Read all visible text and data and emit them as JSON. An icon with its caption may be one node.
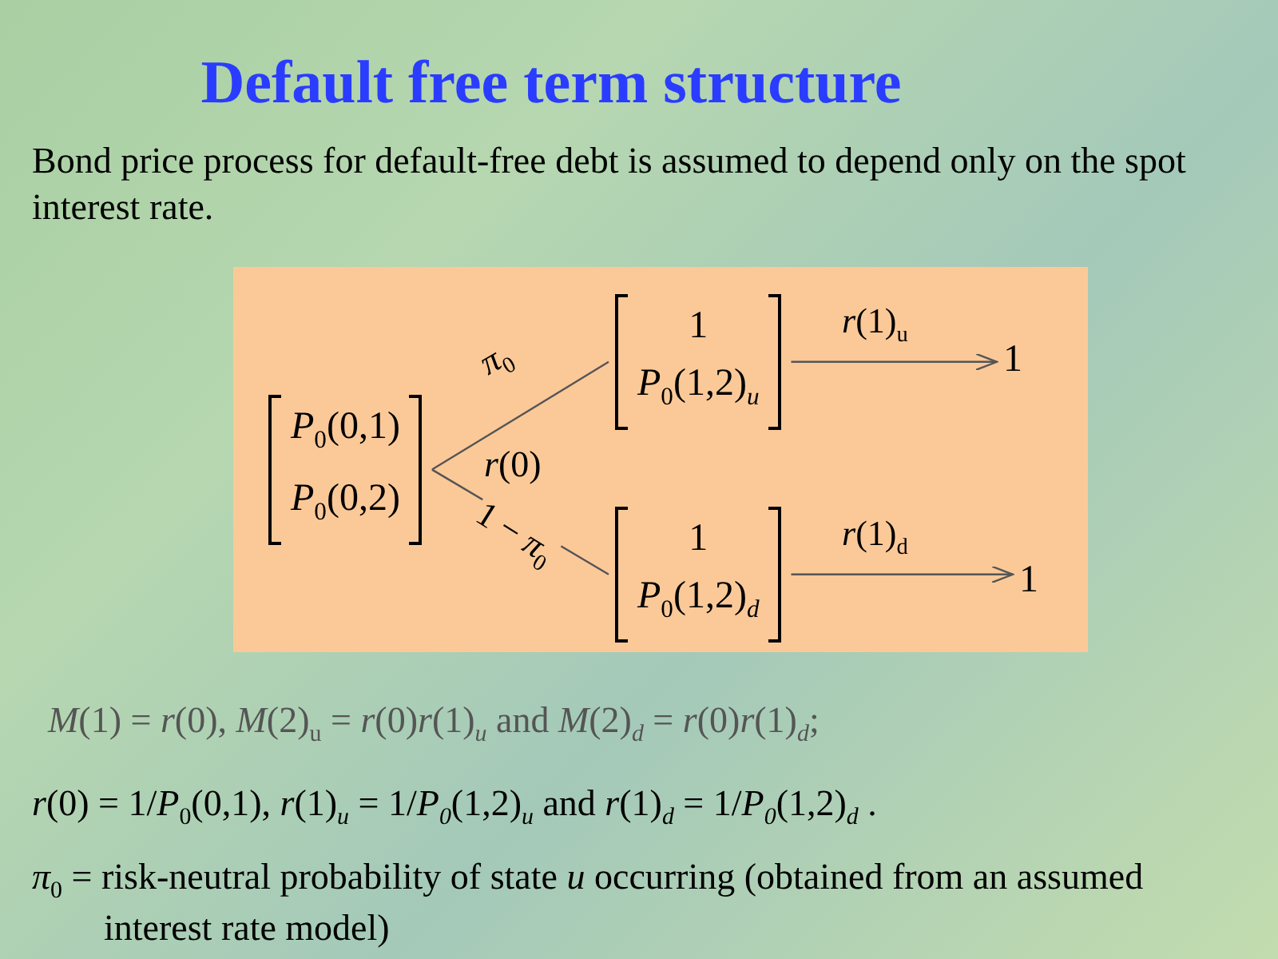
{
  "diagram": {
    "title": "Default free term structure",
    "nodes": [
      {
        "text": [
          "*P*$_{0}$(0,1)",
          "*P*$_{0}$(0,2)"
        ]
      },
      {
        "text": [
          "1",
          "*P*$_{0}$(1,2)$_{u}$"
        ]
      },
      {
        "text": [
          "1"
        ]
      },
      {
        "text": [
          "1",
          "*P*$_{0}$(1,2)$_{d}$"
        ]
      },
      {
        "text": [
          "1"
        ]
      }
    ],
    "edges": [
      {
        "from": 0,
        "to": 1,
        "arrow": "none",
        "label": "*π*$_{0}$"
      },
      {
        "from": 0,
        "to": 3,
        "arrow": "none",
        "label": "1 − *π*$_{0}$"
      },
      {
        "from": 1,
        "to": 2,
        "arrow": "to",
        "label": "*r*(1)$_{u}$"
      },
      {
        "from": 3,
        "to": 4,
        "arrow": "to",
        "label": "*r*(1)$_{d}$"
      }
    ],
    "labels": [
      "Bond price process for default-free debt is assumed to depend only on the spot interest rate.",
      "*r*(0)",
      "*M*(1) = *r*(0), *M*(2)$_{u}$ = *r*(0)*r*(1)$_{u}$ and *M*(2)$_{d}$ = *r*(0)*r*(1)$_{d}$;",
      "*r*(0) = 1/*P*$_{0}$(0,1), *r*(1)$_{u}$ = 1/*P*$_{0}$(1,2)$_{u}$ and *r*(1)$_{d}$ = 1/*P*$_{0}$(1,2)$_{d}$ .",
      "*π*$_{0}$ = risk-neutral probability of state *u* occurring (obtained from an assumed interest rate model)"
    ]
  }
}
